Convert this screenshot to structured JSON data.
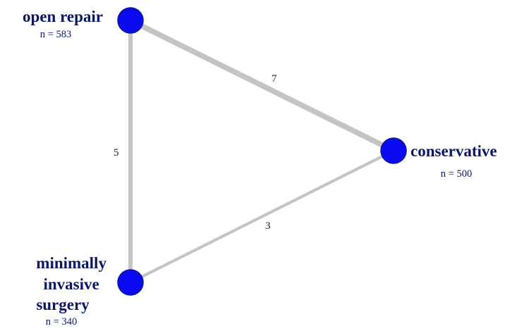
{
  "network": {
    "node_color": "#0a0af0",
    "text_color": "#0d1766",
    "edge_color": "#c4c4c4",
    "nodes": [
      {
        "id": "open",
        "label": "open repair",
        "n": "n = 583"
      },
      {
        "id": "conservative",
        "label": "conservative",
        "n": "n = 500"
      },
      {
        "id": "mis",
        "label": "minimally invasive surgery",
        "label_lines": [
          "minimally",
          "invasive",
          "surgery"
        ],
        "n": "n = 340"
      }
    ],
    "edges": [
      {
        "from": "open",
        "to": "conservative",
        "studies": 7,
        "label": "7"
      },
      {
        "from": "open",
        "to": "mis",
        "studies": 5,
        "label": "5"
      },
      {
        "from": "mis",
        "to": "conservative",
        "studies": 3,
        "label": "3"
      }
    ]
  }
}
